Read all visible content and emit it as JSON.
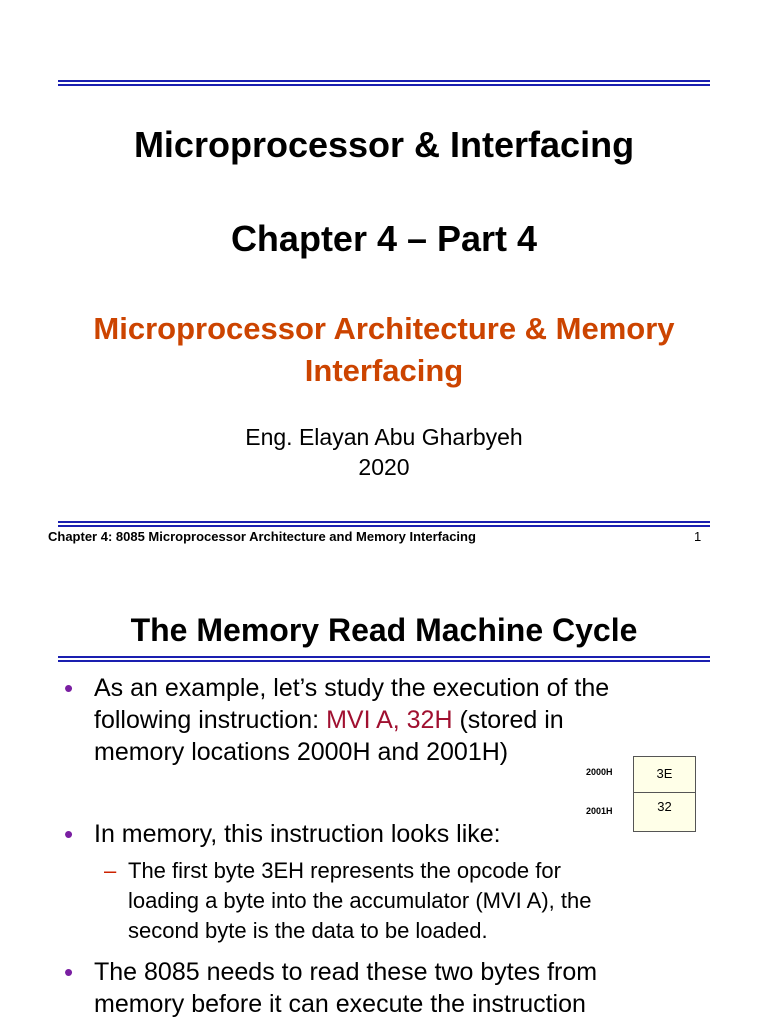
{
  "slide1": {
    "title": "Microprocessor & Interfacing",
    "chapter": "Chapter 4 – Part 4",
    "subtitle_line1": "Microprocessor Architecture & Memory",
    "subtitle_line2": "Interfacing",
    "author": "Eng. Elayan Abu Gharbyeh",
    "year": "2020",
    "footer": "Chapter 4: 8085 Microprocessor Architecture and Memory Interfacing",
    "page_number": "1"
  },
  "slide2": {
    "title": "The Memory Read Machine Cycle",
    "bullet1_line1": "As an example, let’s study the execution of the",
    "bullet1_line2_pre": "following instruction: ",
    "bullet1_instruction": "MVI A, 32H",
    "bullet1_line2_post": " (stored in",
    "bullet1_line3": "memory locations 2000H and 2001H)",
    "bullet2": "In memory, this instruction looks like:",
    "sub1_line1": "The first byte 3EH represents the opcode for",
    "sub1_line2": "loading a byte into the accumulator (MVI A), the",
    "sub1_line3": "second byte is the data to be loaded.",
    "bullet3_line1": "The 8085 needs to read these two bytes from",
    "bullet3_line2": "memory before it can execute the instruction",
    "memory": {
      "addresses": [
        "2000H",
        "2001H"
      ],
      "values": [
        "3E",
        "32"
      ]
    },
    "bullet_symbol": "•",
    "dash_symbol": "–"
  },
  "colors": {
    "rule": "#1a1fb0",
    "subtitle": "#cc4400",
    "instruction": "#a01030",
    "bullet": "#7a1fa2",
    "dash": "#cc2200"
  }
}
